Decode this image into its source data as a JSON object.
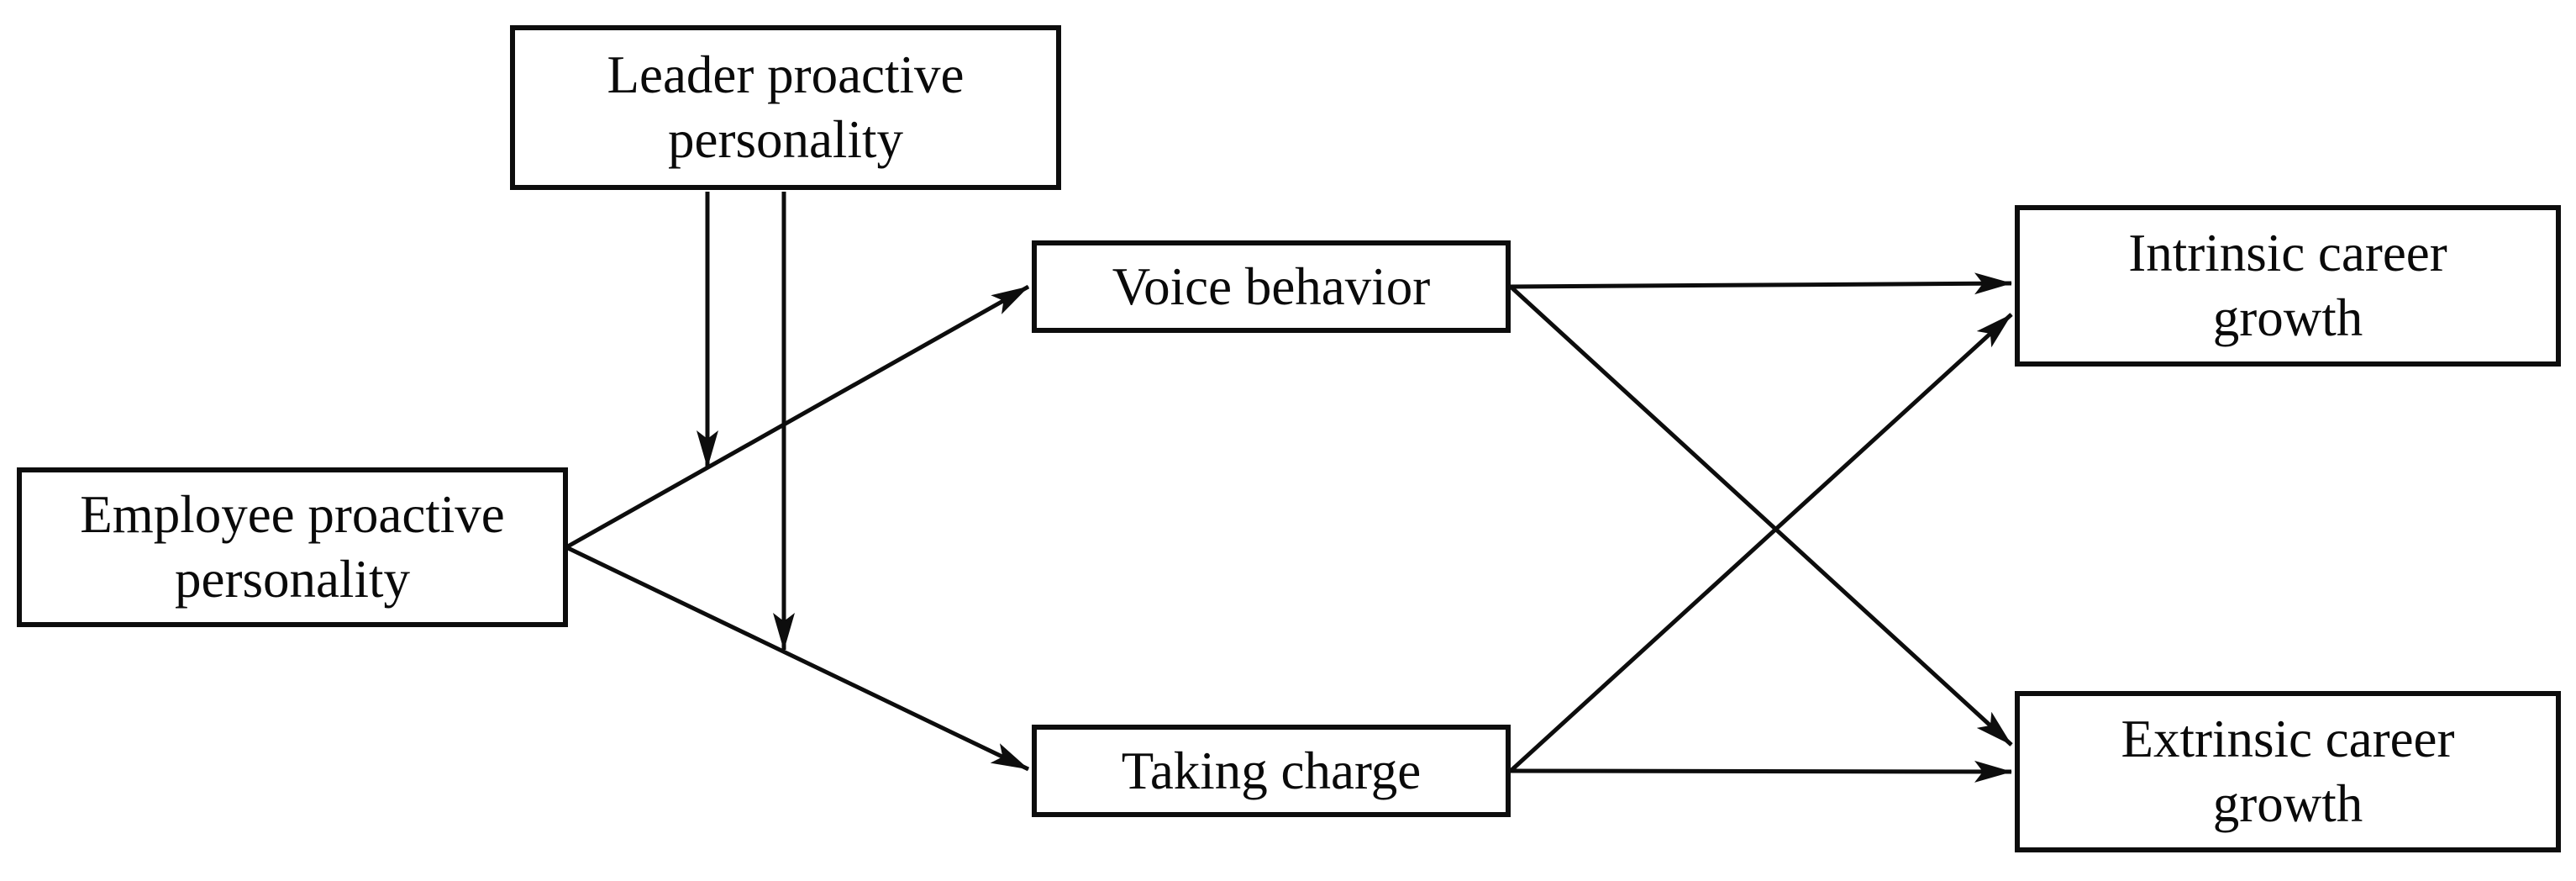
{
  "diagram": {
    "type": "conceptual-model",
    "colors": {
      "background": "#ffffff",
      "ink": "#0d0d0d",
      "node_fill": "#ffffff"
    },
    "nodes": {
      "leader": {
        "label": "Leader proactive\npersonality"
      },
      "employee": {
        "label": "Employee proactive\npersonality"
      },
      "voice": {
        "label": "Voice behavior"
      },
      "taking": {
        "label": "Taking charge"
      },
      "intrinsic": {
        "label": "Intrinsic career\ngrowth"
      },
      "extrinsic": {
        "label": "Extrinsic career\ngrowth"
      }
    },
    "edges": [
      {
        "from": "employee",
        "to": "voice",
        "style": "arrow"
      },
      {
        "from": "employee",
        "to": "taking",
        "style": "arrow"
      },
      {
        "from": "leader",
        "to": "path:employee-voice",
        "style": "moderation-arrow"
      },
      {
        "from": "leader",
        "to": "path:employee-taking",
        "style": "moderation-arrow"
      },
      {
        "from": "voice",
        "to": "intrinsic",
        "style": "arrow"
      },
      {
        "from": "voice",
        "to": "extrinsic",
        "style": "arrow"
      },
      {
        "from": "taking",
        "to": "intrinsic",
        "style": "arrow"
      },
      {
        "from": "taking",
        "to": "extrinsic",
        "style": "arrow"
      }
    ]
  }
}
